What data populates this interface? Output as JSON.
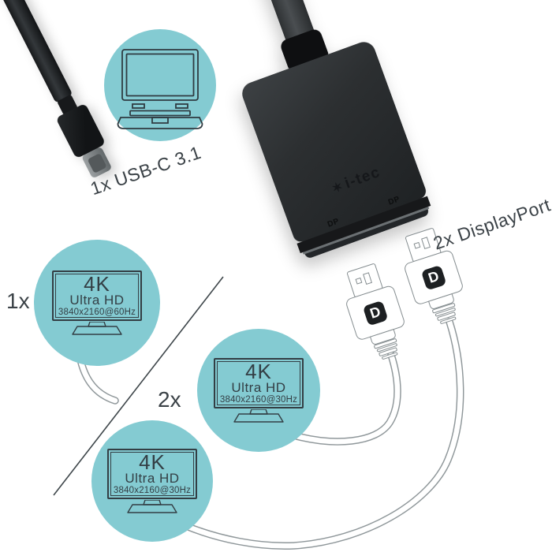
{
  "colors": {
    "background": "#ffffff",
    "teal": "#84cbd2",
    "ink": "#333e44",
    "line_gray": "#8f979a",
    "adapter_body_light": "#3d4144",
    "adapter_body_dark": "#1f2224",
    "adapter_side": "#17181a",
    "adapter_edge_highlight": "#6b7073",
    "cable_dark": "#212325",
    "adapter_cable": "#3f4346",
    "plug_metal_light": "#9ba0a2",
    "plug_metal_dark": "#62686a",
    "dp_outline": "#858d90",
    "dp_logo_bg": "#1d2022"
  },
  "labels": {
    "usb_port": "1x USB-C 3.1",
    "display_port": "2x DisplayPort",
    "count_one": "1x",
    "count_two": "2x"
  },
  "adapter": {
    "brand": "i-tec",
    "brand_mark": "✶",
    "port_label_left": "DP",
    "port_label_right": "DP"
  },
  "dp_connectors": [
    {
      "logo": "D"
    },
    {
      "logo": "D"
    }
  ],
  "monitor_badges": [
    {
      "line1": "4K",
      "line2": "Ultra HD",
      "line3": "3840x2160@60Hz"
    },
    {
      "line1": "4K",
      "line2": "Ultra HD",
      "line3": "3840x2160@30Hz"
    },
    {
      "line1": "4K",
      "line2": "Ultra HD",
      "line3": "3840x2160@30Hz"
    }
  ],
  "icons": {
    "laptop": "laptop-icon",
    "monitor": "monitor-icon",
    "displayport_logo": "displayport-logo-icon",
    "brand_star": "star-icon"
  }
}
